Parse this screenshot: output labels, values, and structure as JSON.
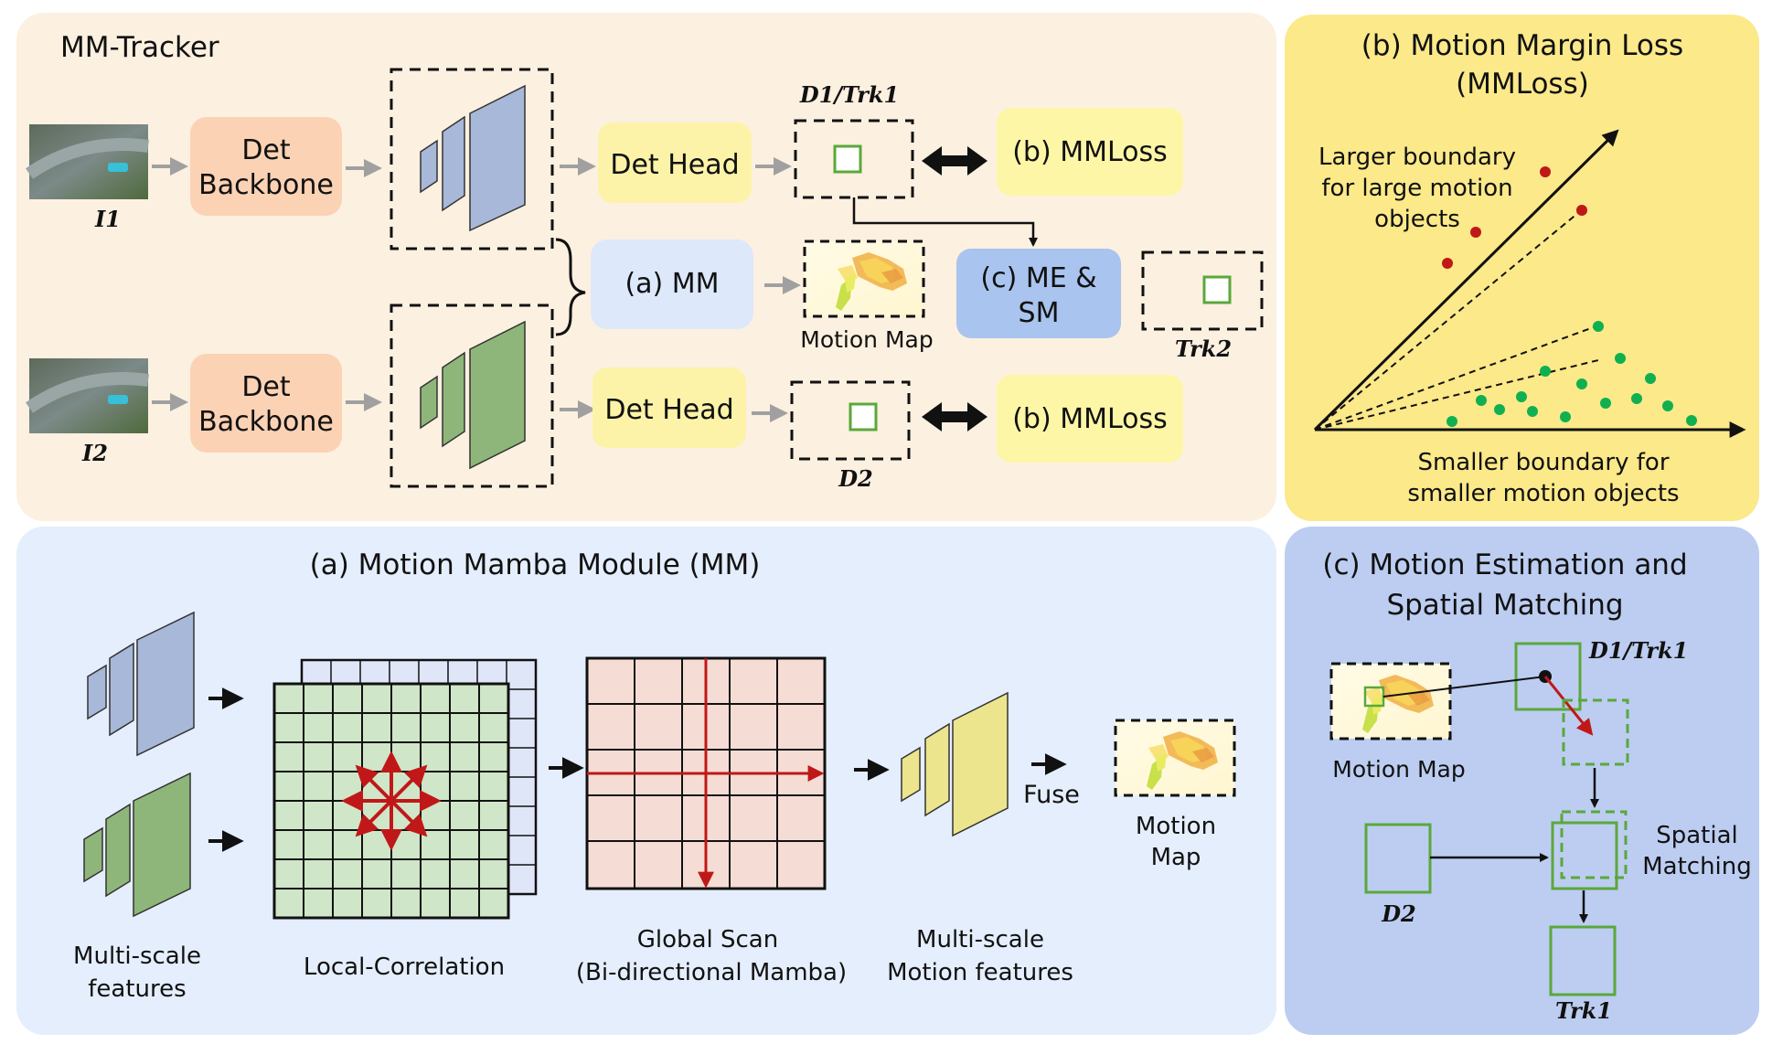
{
  "colors": {
    "panel_tracker": "#fcf0e0",
    "panel_mmloss": "#fbe98a",
    "panel_mm": "#e5eefc",
    "panel_me": "#bccdf1",
    "det_backbone": "#fbd2b4",
    "det_head": "#fdf3a8",
    "mmloss_box": "#fdf6a6",
    "mm_box": "#dde8fb",
    "mesm_box": "#a9c4ee",
    "feat_blue": "#a8b8d8",
    "feat_green": "#8fb67a",
    "feat_yellow": "#ece58e",
    "arrow_gray": "#a0a0a0",
    "accent_red": "#c01818",
    "dot_green": "#10b050",
    "box_green": "#5aa83a"
  },
  "tracker": {
    "title": "MM-Tracker",
    "image1_label": "I1",
    "image2_label": "I2",
    "backbone1": [
      "Det",
      "Backbone"
    ],
    "backbone2": [
      "Det",
      "Backbone"
    ],
    "head1": "Det Head",
    "head2": "Det Head",
    "d1trk1_label": "D1/Trk1",
    "d2_label": "D2",
    "trk2_label": "Trk2",
    "mmloss1": "(b) MMLoss",
    "mmloss2": "(b) MMLoss",
    "mm_label": "(a) MM",
    "motion_map_label": "Motion Map",
    "mesm": [
      "(c) ME &",
      "SM"
    ]
  },
  "mmloss_panel": {
    "title": [
      "(b) Motion Margin Loss",
      "(MMLoss)"
    ],
    "large_label": [
      "Larger boundary",
      "for large motion",
      "objects"
    ],
    "small_label": [
      "Smaller boundary for",
      "smaller motion objects"
    ]
  },
  "mm_panel": {
    "title": "(a) Motion Mamba Module (MM)",
    "features_label": [
      "Multi-scale",
      "features"
    ],
    "local_label": "Local-Correlation",
    "global_label": [
      "Global Scan",
      "(Bi-directional Mamba)"
    ],
    "motion_feat_label": [
      "Multi-scale",
      "Motion features"
    ],
    "fuse_label": "Fuse",
    "map_label": [
      "Motion",
      "Map"
    ]
  },
  "me_panel": {
    "title": [
      "(c) Motion Estimation and",
      "Spatial Matching"
    ],
    "d1trk1_label": "D1/Trk1",
    "motion_map_label": "Motion Map",
    "d2_label": "D2",
    "spatial_label": [
      "Spatial",
      "Matching"
    ],
    "trk1_label": "Trk1"
  }
}
